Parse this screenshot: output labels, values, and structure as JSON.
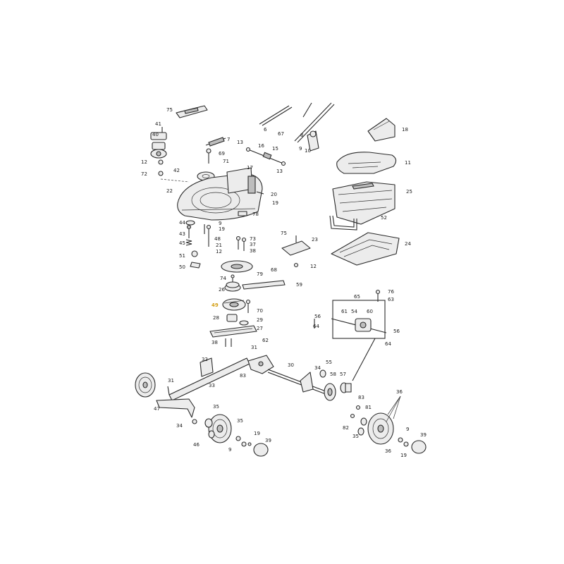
{
  "highlight_color": "#d4a017",
  "labels": [
    {
      "key": "75a",
      "text": "75"
    },
    {
      "key": "41",
      "text": "41"
    },
    {
      "key": "40",
      "text": "40"
    },
    {
      "key": "12a",
      "text": "12"
    },
    {
      "key": "72",
      "text": "72"
    },
    {
      "key": "42",
      "text": "42"
    },
    {
      "key": "7",
      "text": "7"
    },
    {
      "key": "69",
      "text": "69"
    },
    {
      "key": "71",
      "text": "71"
    },
    {
      "key": "17",
      "text": "17"
    },
    {
      "key": "22",
      "text": "22"
    },
    {
      "key": "20",
      "text": "20"
    },
    {
      "key": "19a",
      "text": "19"
    },
    {
      "key": "78",
      "text": "78"
    },
    {
      "key": "13a",
      "text": "13"
    },
    {
      "key": "16",
      "text": "16"
    },
    {
      "key": "15",
      "text": "15"
    },
    {
      "key": "13b",
      "text": "13"
    },
    {
      "key": "6",
      "text": "6"
    },
    {
      "key": "67",
      "text": "67"
    },
    {
      "key": "8",
      "text": "8"
    },
    {
      "key": "9a",
      "text": "9"
    },
    {
      "key": "10",
      "text": "10"
    },
    {
      "key": "18",
      "text": "18"
    },
    {
      "key": "11",
      "text": "11"
    },
    {
      "key": "25",
      "text": "25"
    },
    {
      "key": "52",
      "text": "52"
    },
    {
      "key": "24",
      "text": "24"
    },
    {
      "key": "44",
      "text": "44"
    },
    {
      "key": "9b",
      "text": "9"
    },
    {
      "key": "43",
      "text": "43"
    },
    {
      "key": "19b",
      "text": "19"
    },
    {
      "key": "45",
      "text": "45"
    },
    {
      "key": "48",
      "text": "48"
    },
    {
      "key": "21",
      "text": "21"
    },
    {
      "key": "12b",
      "text": "12"
    },
    {
      "key": "51",
      "text": "51"
    },
    {
      "key": "50",
      "text": "50"
    },
    {
      "key": "73",
      "text": "73"
    },
    {
      "key": "37",
      "text": "37"
    },
    {
      "key": "38a",
      "text": "38"
    },
    {
      "key": "75b",
      "text": "75"
    },
    {
      "key": "23",
      "text": "23"
    },
    {
      "key": "12c",
      "text": "12"
    },
    {
      "key": "68",
      "text": "68"
    },
    {
      "key": "79",
      "text": "79"
    },
    {
      "key": "74",
      "text": "74"
    },
    {
      "key": "26",
      "text": "26"
    },
    {
      "key": "59",
      "text": "59"
    },
    {
      "key": "49",
      "text": "49",
      "highlight": true
    },
    {
      "key": "70",
      "text": "70"
    },
    {
      "key": "28",
      "text": "28"
    },
    {
      "key": "29",
      "text": "29"
    },
    {
      "key": "27",
      "text": "27"
    },
    {
      "key": "38b",
      "text": "38"
    },
    {
      "key": "76",
      "text": "76"
    },
    {
      "key": "65",
      "text": "65"
    },
    {
      "key": "63",
      "text": "63"
    },
    {
      "key": "61",
      "text": "61"
    },
    {
      "key": "54",
      "text": "54"
    },
    {
      "key": "60",
      "text": "60"
    },
    {
      "key": "56a",
      "text": "56"
    },
    {
      "key": "64a",
      "text": "64"
    },
    {
      "key": "56b",
      "text": "56"
    },
    {
      "key": "62",
      "text": "62"
    },
    {
      "key": "31a",
      "text": "31"
    },
    {
      "key": "64b",
      "text": "64"
    },
    {
      "key": "32",
      "text": "32"
    },
    {
      "key": "83a",
      "text": "83"
    },
    {
      "key": "30",
      "text": "30"
    },
    {
      "key": "34a",
      "text": "34"
    },
    {
      "key": "55",
      "text": "55"
    },
    {
      "key": "58",
      "text": "58"
    },
    {
      "key": "57",
      "text": "57"
    },
    {
      "key": "83b",
      "text": "83"
    },
    {
      "key": "31b",
      "text": "31"
    },
    {
      "key": "33",
      "text": "33"
    },
    {
      "key": "47",
      "text": "47"
    },
    {
      "key": "34b",
      "text": "34"
    },
    {
      "key": "35a",
      "text": "35"
    },
    {
      "key": "35b",
      "text": "35"
    },
    {
      "key": "46",
      "text": "46"
    },
    {
      "key": "19c",
      "text": "19"
    },
    {
      "key": "39a",
      "text": "39"
    },
    {
      "key": "9c",
      "text": "9"
    },
    {
      "key": "36a",
      "text": "36"
    },
    {
      "key": "81",
      "text": "81"
    },
    {
      "key": "82",
      "text": "82"
    },
    {
      "key": "35c",
      "text": "35"
    },
    {
      "key": "9d",
      "text": "9"
    },
    {
      "key": "39b",
      "text": "39"
    },
    {
      "key": "36b",
      "text": "36"
    },
    {
      "key": "19d",
      "text": "19"
    }
  ]
}
